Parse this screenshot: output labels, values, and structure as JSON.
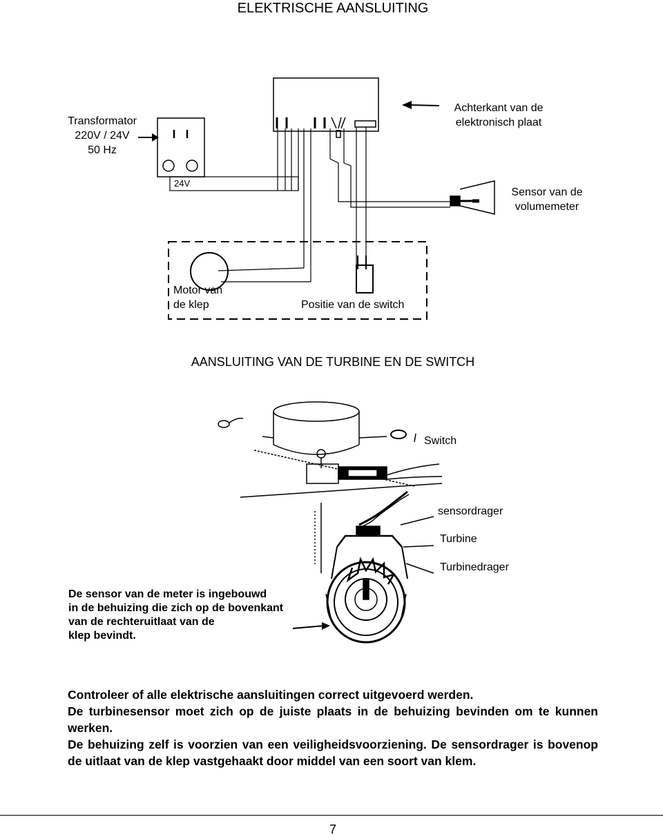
{
  "page_title": "ELEKTRISCHE AANSLUITING",
  "wiring_diagram": {
    "transformer_label": [
      "Transformator",
      "220V / 24V",
      "50 Hz"
    ],
    "voltage_tag": "24V",
    "board_label": [
      "Achterkant van de",
      "elektronisch plaat"
    ],
    "sensor_label": [
      "Sensor van de",
      "volumemeter"
    ],
    "motor_label": [
      "Motor van",
      "de klep"
    ],
    "switch_position_label": "Positie van de switch"
  },
  "section_title": "AANSLUITING VAN DE TURBINE EN DE SWITCH",
  "turbine_figure": {
    "switch_label": "Switch",
    "sensor_carrier_label": "sensordrager",
    "turbine_label": "Turbine",
    "turbine_carrier_label": "Turbinedrager",
    "caption": [
      "De sensor van de meter is ingebouwd",
      "in de behuizing die zich op de bovenkant",
      "van de rechteruitlaat van de",
      "klep bevindt."
    ]
  },
  "body_paragraphs": [
    "Controleer of alle elektrische aansluitingen correct uitgevoerd werden.",
    "De turbinesensor moet zich op de juiste plaats in de behuizing bevinden om te kunnen werken.",
    "De behuizing zelf is voorzien van een veiligheidsvoorziening. De sensordrager is bovenop de uitlaat van de klep vastgehaakt door middel van een soort van klem."
  ],
  "page_number": "7"
}
